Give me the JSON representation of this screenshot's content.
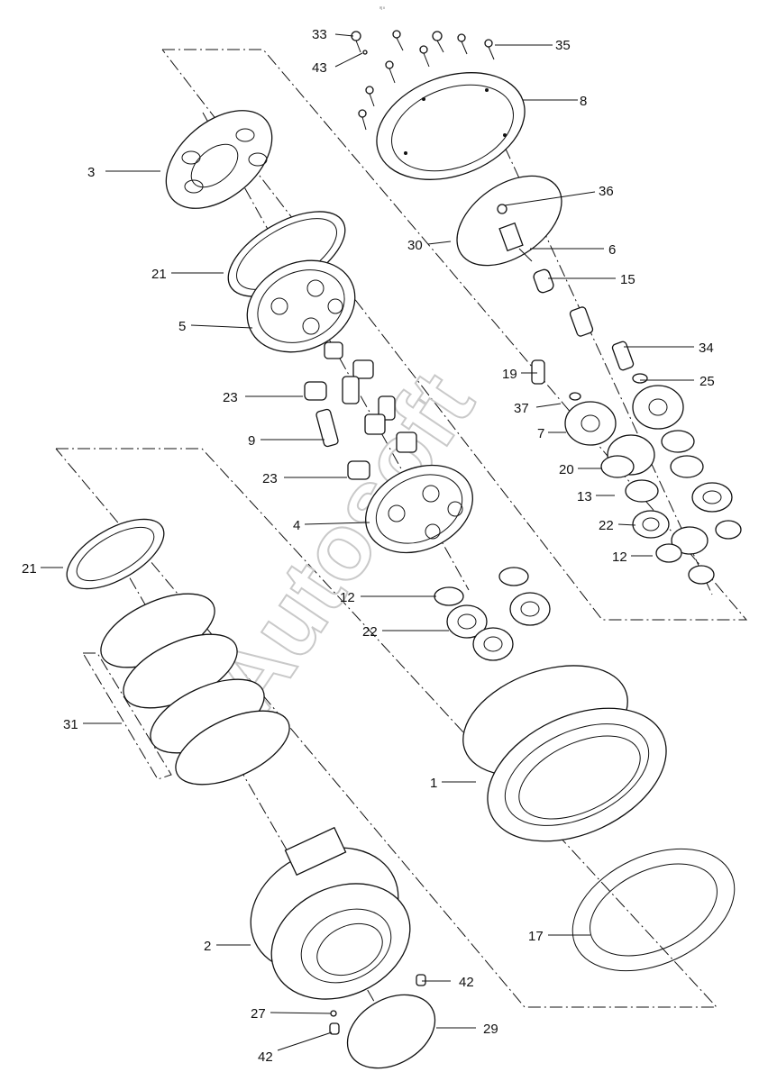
{
  "header_mark": "ॡ ॥",
  "watermark": "Autosoft",
  "labels": [
    "33",
    "43",
    "35",
    "8",
    "3",
    "36",
    "30",
    "6",
    "15",
    "21",
    "5",
    "34",
    "19",
    "25",
    "23",
    "37",
    "7",
    "9",
    "20",
    "23",
    "13",
    "4",
    "22",
    "12",
    "21",
    "12",
    "22",
    "31",
    "1",
    "17",
    "2",
    "42",
    "27",
    "29",
    "42"
  ],
  "colors": {
    "ink": "#111111",
    "watermark": "#c9c9c9",
    "background": "#ffffff"
  }
}
